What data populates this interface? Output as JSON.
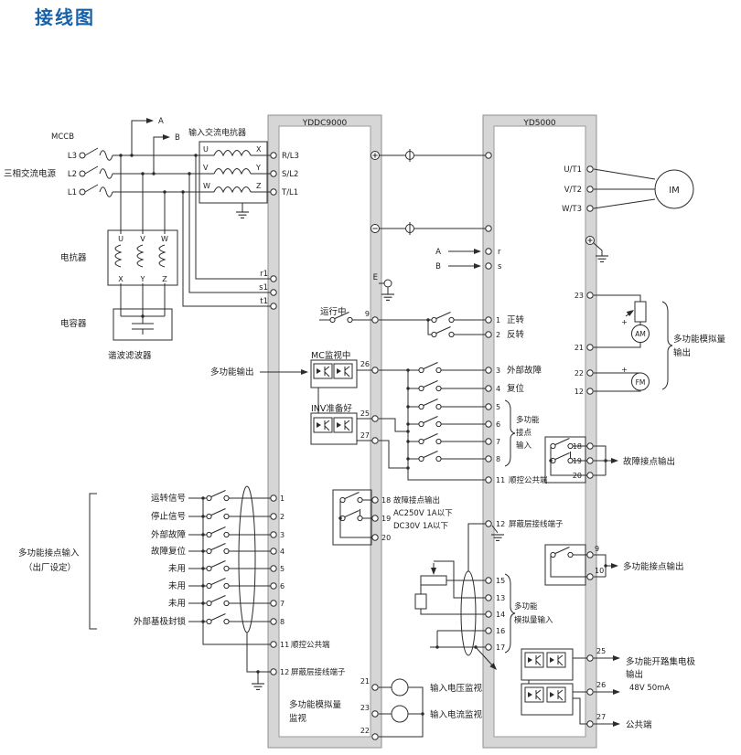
{
  "title": "接线图",
  "blocks": {
    "left": "YDDC9000",
    "right": "YD5000"
  },
  "power": {
    "source": "三相交流电源",
    "mccb": "MCCB",
    "l3": "L3",
    "l2": "L2",
    "l1": "L1",
    "tap_a": "A",
    "tap_b": "B",
    "input_reactor": "输入交流电抗器",
    "u": "U",
    "v": "V",
    "w": "W",
    "x": "X",
    "y": "Y",
    "z": "Z",
    "r_l3": "R/L3",
    "s_l2": "S/L2",
    "t_l1": "T/L1",
    "reactor": "电抗器",
    "capacitor": "电容器",
    "filter": "谐波滤波器",
    "r1": "r1",
    "s1": "s1",
    "t1": "t1"
  },
  "mid": {
    "e": "E"
  },
  "converter": {
    "running": "运行中",
    "t9": "9",
    "mc_monitor": "MC监视中",
    "t26": "26",
    "inv_ready": "INV准备好",
    "t25": "25",
    "t27": "27",
    "mf_output": "多功能输出",
    "fault": {
      "l1": "故障接点输出",
      "l2": "AC250V 1A以下",
      "l3": "DC30V 1A以下",
      "t18": "18",
      "t19": "19",
      "t20": "20"
    },
    "in_labels": [
      "运转信号",
      "停止信号",
      "外部故障",
      "故障复位",
      "未用",
      "未用",
      "未用",
      "外部基极封锁"
    ],
    "in_t": [
      "1",
      "2",
      "3",
      "4",
      "5",
      "6",
      "7",
      "8"
    ],
    "group1": "多功能接点输入",
    "group2": "（出厂设定）",
    "t11": "11",
    "common": "顺控公共端",
    "t12": "12",
    "shield": "屏蔽层接线端子",
    "mon1": "多功能模拟量",
    "mon2": "监视",
    "t21": "21",
    "t23": "23",
    "t22": "22",
    "vmon": "输入电压监视",
    "cmon": "输入电流监视"
  },
  "inverter": {
    "r": "r",
    "s": "s",
    "a": "A",
    "b": "B",
    "fwd": "正转",
    "rev": "反转",
    "ext_fault": "外部故障",
    "reset": "复位",
    "t": [
      "1",
      "2",
      "3",
      "4",
      "5",
      "6",
      "7",
      "8"
    ],
    "mfin1": "多功能",
    "mfin2": "接点",
    "mfin3": "输入",
    "t11": "11",
    "common": "顺控公共端",
    "t12": "12",
    "shield": "屏蔽层接线端子",
    "ut1": "U/T1",
    "vt2": "V/T2",
    "wt3": "W/T3",
    "motor": "IM",
    "ao": {
      "t23": "23",
      "t21": "21",
      "t22": "22",
      "t12": "12",
      "am": "AM",
      "fm": "FM",
      "plus": "+",
      "l1": "多功能模拟量",
      "l2": "输出"
    },
    "fault": {
      "label": "故障接点输出",
      "t18": "18",
      "t19": "19",
      "t20": "20"
    },
    "mfc": {
      "label": "多功能接点输出",
      "t9": "9",
      "t10": "10"
    },
    "ai": {
      "l1": "多功能",
      "l2": "模拟量输入",
      "t15": "15",
      "t13": "13",
      "t14": "14",
      "t16": "16",
      "t17": "17"
    },
    "oc": {
      "l1": "多功能开路集电极",
      "l2": "输出",
      "l3": "48V 50mA",
      "t25": "25",
      "t26": "26",
      "t27": "27",
      "common": "公共端"
    }
  }
}
